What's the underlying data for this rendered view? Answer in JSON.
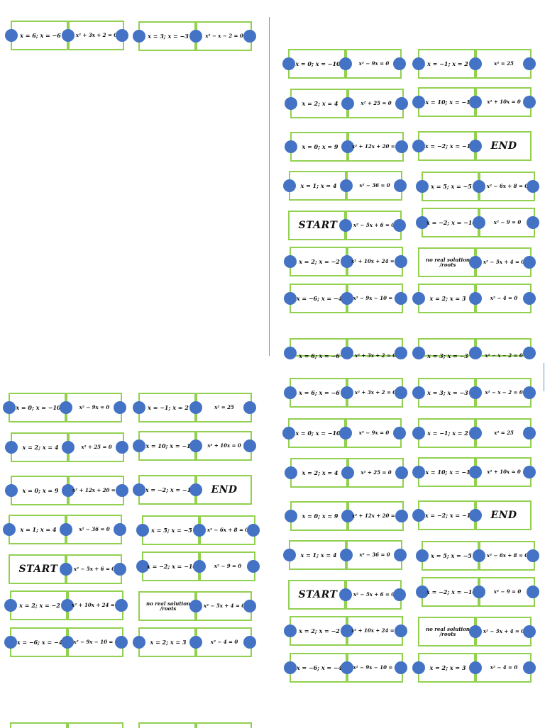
{
  "cards": {
    "c1": {
      "left": "x = 6; x = −6",
      "right": "x² + 3x + 2 = 0"
    },
    "c2": {
      "left": "x = 3; x = −3",
      "right": "x² − x − 2 = 0"
    },
    "c3": {
      "left": "x = 0; x = −10",
      "right": "x² − 9x = 0"
    },
    "c4": {
      "left": "x = −1; x = 2",
      "right": "x² = 25"
    },
    "c5": {
      "left": "x = 2; x = 4",
      "right": "x² + 25 = 0"
    },
    "c6": {
      "left": "x = 10; x = −1",
      "right": "x² + 10x = 0"
    },
    "c7": {
      "left": "x = 0; x = 9",
      "right": "x² + 12x + 20 = 0"
    },
    "c8": {
      "left": "x = −2; x = −1",
      "right": "END"
    },
    "c9": {
      "left": "x = 1; x = 4",
      "right": "x² − 36 = 0"
    },
    "c10": {
      "left": "x = 5; x = −5",
      "right": "x² − 6x + 8 = 0"
    },
    "c11": {
      "left": "START",
      "right": "x² − 5x + 6 = 0"
    },
    "c12": {
      "left": "x = −2; x = −10",
      "right": "x² − 9 = 0"
    },
    "c13": {
      "left": "x = 2; x = −2",
      "right": "x² + 10x + 24 = 0"
    },
    "c14": {
      "left": "no real solution /roots",
      "right": "x² − 5x + 4 = 0"
    },
    "c15": {
      "left": "x = −6; x = −4",
      "right": "x² − 9x − 10 = 0"
    },
    "c16": {
      "left": "x = 2; x = 3",
      "right": "x² − 4 = 0"
    }
  }
}
